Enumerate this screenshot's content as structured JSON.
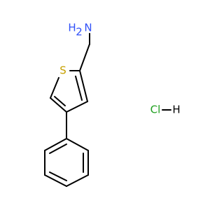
{
  "molecule": {
    "atoms": {
      "amine_h2": "H",
      "amine_h2_sub": "2",
      "amine_n": "N",
      "sulfur": "S",
      "chlorine": "Cl",
      "hydrogen_hcl": "H"
    }
  },
  "colors": {
    "bond": "#000000",
    "nitrogen": "#3050F8",
    "sulfur": "#C6A000",
    "chlorine": "#1FA01F",
    "hydrogen": "#000000"
  }
}
